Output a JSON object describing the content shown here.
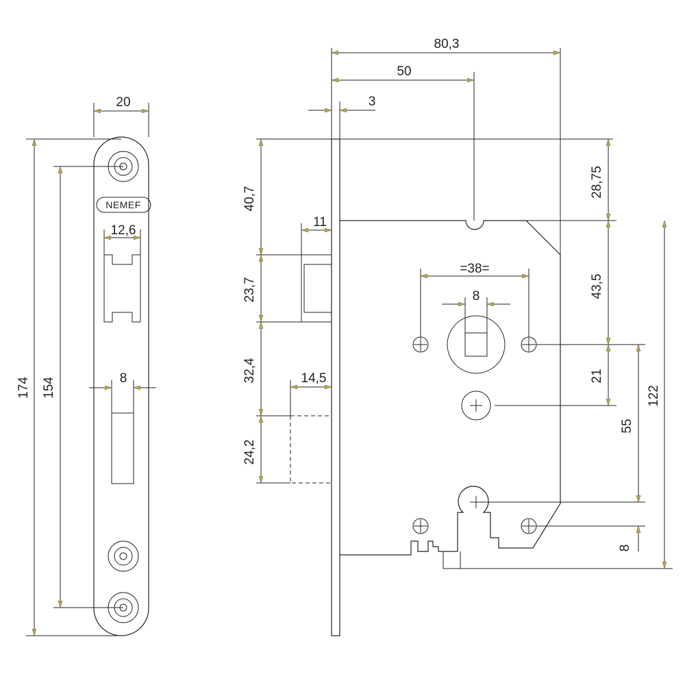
{
  "brand": "NEMEF",
  "faceplate": {
    "width": "20",
    "height": "174",
    "screw_spacing": "154",
    "strike_width": "12,6",
    "bolt_width": "8"
  },
  "lock_body": {
    "total_depth": "80,3",
    "backset": "50",
    "faceplate_thickness": "3",
    "top_offset": "28,75",
    "handle_to_cylinder": "55",
    "body_height": "122",
    "spindle_offset": "43,5",
    "spindle_to_hole": "21",
    "cylinder_bottom": "8",
    "hole_spacing": "=38=",
    "spindle_square": "8",
    "latch_top": "40,7",
    "latch_height": "23,7",
    "latch_gap": "32,4",
    "bolt_height": "24,2",
    "latch_projection": "11",
    "bolt_projection": "14,5"
  }
}
